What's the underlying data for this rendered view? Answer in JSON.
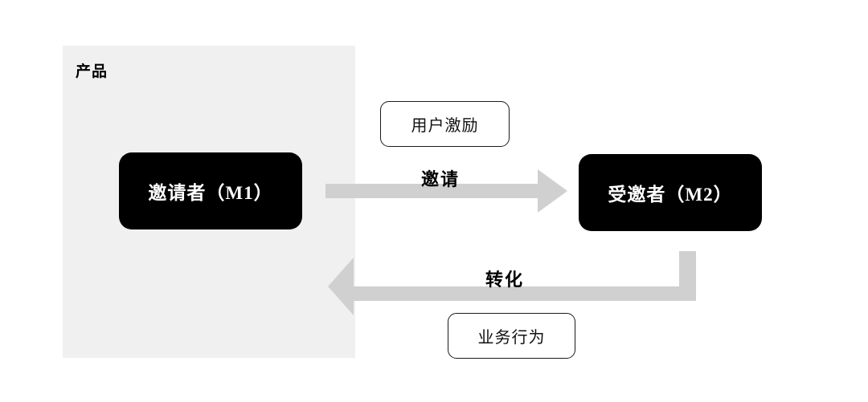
{
  "diagram": {
    "type": "flow-diagram",
    "background_color": "#ffffff",
    "boundary": {
      "label": "产品",
      "fill_color": "#f0f0f0"
    },
    "nodes": [
      {
        "id": "m1",
        "label": "邀请者（M1）",
        "role": "inviter",
        "fill_color": "#000000",
        "text_color": "#ffffff",
        "inside_boundary": true
      },
      {
        "id": "m2",
        "label": "受邀者（M2）",
        "role": "invitee",
        "fill_color": "#000000",
        "text_color": "#ffffff",
        "inside_boundary": false
      }
    ],
    "flows": [
      {
        "id": "invite",
        "label": "邀请",
        "from": "m1",
        "to": "m2",
        "direction": "right",
        "color": "#d0d0d0",
        "annotation": "用户激励"
      },
      {
        "id": "convert",
        "label": "转化",
        "from": "m2",
        "to": "m1",
        "direction": "left",
        "color": "#d0d0d0",
        "annotation": "业务行为"
      }
    ],
    "annotations": [
      {
        "id": "incentive",
        "label": "用户激励",
        "border_color": "#1a1a1a",
        "fill_color": "#ffffff"
      },
      {
        "id": "business",
        "label": "业务行为",
        "border_color": "#1a1a1a",
        "fill_color": "#ffffff"
      }
    ]
  }
}
